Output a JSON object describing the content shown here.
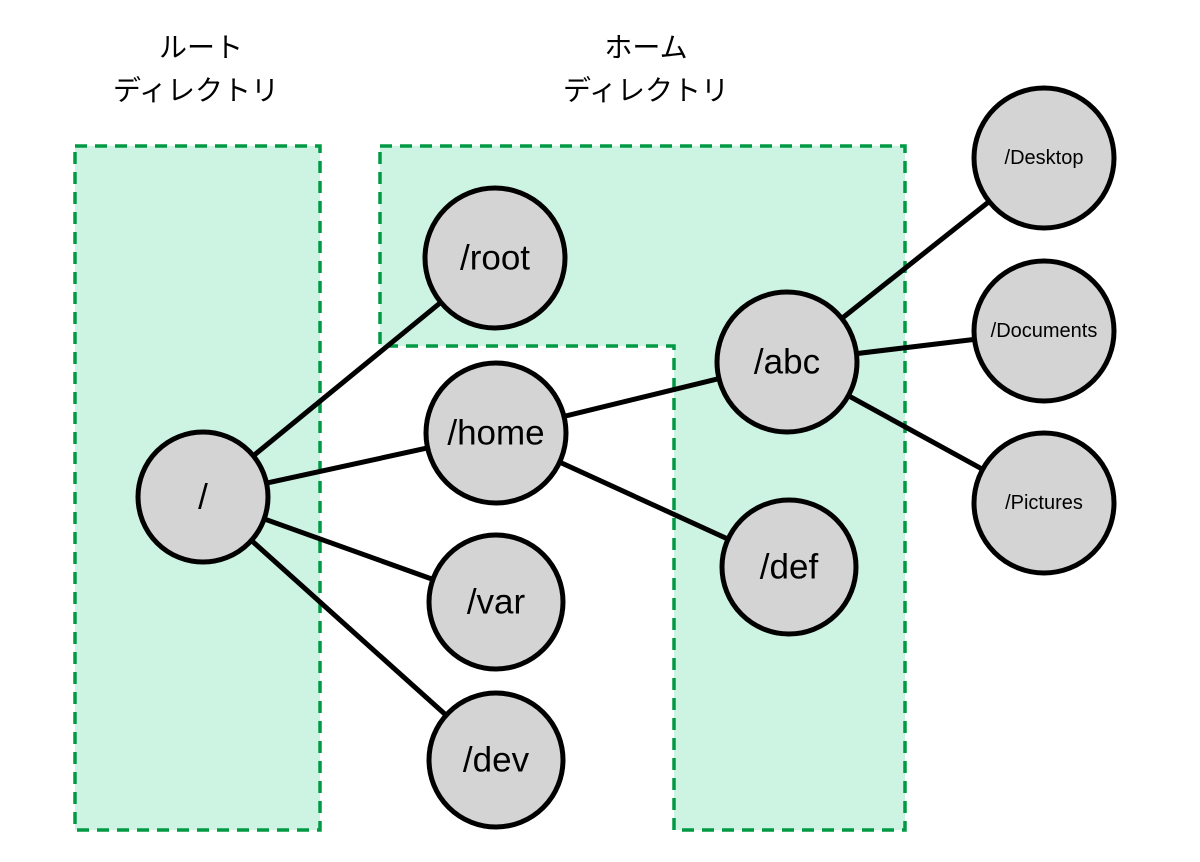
{
  "diagram": {
    "captions": [
      {
        "line1": "ルート",
        "line2": "ディレクトリ"
      },
      {
        "line1": "ホーム",
        "line2": "ディレクトリ"
      }
    ],
    "nodes": [
      {
        "label": "/"
      },
      {
        "label": "/root"
      },
      {
        "label": "/home"
      },
      {
        "label": "/var"
      },
      {
        "label": "/dev"
      },
      {
        "label": "/abc"
      },
      {
        "label": "/def"
      },
      {
        "label": "/Desktop"
      },
      {
        "label": "/Documents"
      },
      {
        "label": "/Pictures"
      }
    ],
    "edges": [
      {
        "from": "/",
        "to": "/root"
      },
      {
        "from": "/",
        "to": "/home"
      },
      {
        "from": "/",
        "to": "/var"
      },
      {
        "from": "/",
        "to": "/dev"
      },
      {
        "from": "/home",
        "to": "/abc"
      },
      {
        "from": "/home",
        "to": "/def"
      },
      {
        "from": "/abc",
        "to": "/Desktop"
      },
      {
        "from": "/abc",
        "to": "/Documents"
      },
      {
        "from": "/abc",
        "to": "/Pictures"
      }
    ],
    "colors": {
      "region_fill": "#cdf3e2",
      "region_border": "#009944",
      "node_fill": "#d4d4d4",
      "node_border": "#000000",
      "edge": "#000000",
      "background": "#ffffff"
    }
  }
}
